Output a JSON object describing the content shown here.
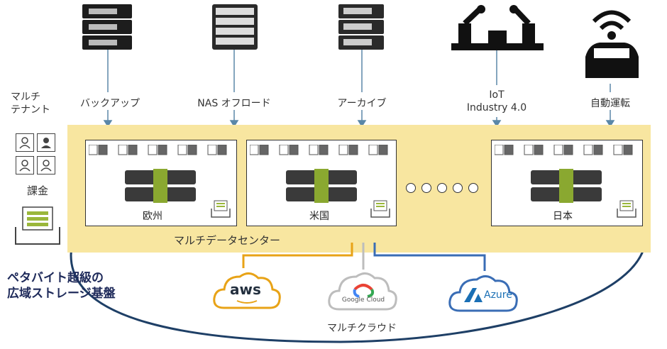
{
  "top_sources": [
    {
      "label": "バックアップ",
      "icon": "server-rack-icon"
    },
    {
      "label": "NAS オフロード",
      "icon": "nas-server-icon"
    },
    {
      "label": "アーカイブ",
      "icon": "archive-server-icon"
    },
    {
      "label": "IoT\nIndustry 4.0",
      "icon": "robot-arm-icon"
    },
    {
      "label": "自動運転",
      "icon": "connected-car-icon"
    }
  ],
  "left_panel": {
    "multitenant_label": "マルチ\nテナント",
    "billing_label": "課金"
  },
  "datacenters": [
    {
      "name": "欧州"
    },
    {
      "name": "米国"
    },
    {
      "name": "日本"
    }
  ],
  "multi_datacenter_label": "マルチデータセンター",
  "petabyte_title": "ペタバイト超級の\n広域ストレージ基盤",
  "clouds": [
    {
      "name": "aws",
      "icon": "aws-cloud-icon",
      "color": "#e8a317"
    },
    {
      "name": "Google Cloud",
      "icon": "google-cloud-icon",
      "color": "#9e9e9e"
    },
    {
      "name": "Azure",
      "icon": "azure-cloud-icon",
      "color": "#1a6fb5"
    }
  ],
  "multicloud_label": "マルチクラウド",
  "colors": {
    "band": "#f8e6a0",
    "aws": "#e8a317",
    "google": "#9e9e9e",
    "azure": "#3a6db5",
    "title": "#1e2a5a"
  }
}
